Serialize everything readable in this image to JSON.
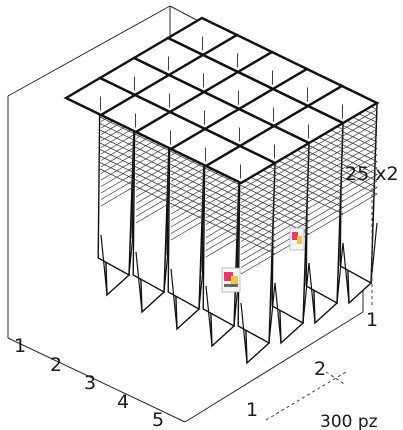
{
  "figure": {
    "left_counts": [
      "1",
      "2",
      "3",
      "4",
      "5"
    ],
    "right_counts": [
      "1",
      "2"
    ],
    "layers_label": "25 x2",
    "height_count": "1",
    "total_label": "300 pz"
  },
  "colors": {
    "line": "#111111",
    "box": "#2a2a2a",
    "label_pink": "#e23b6a",
    "label_yellow": "#f2c14e"
  }
}
